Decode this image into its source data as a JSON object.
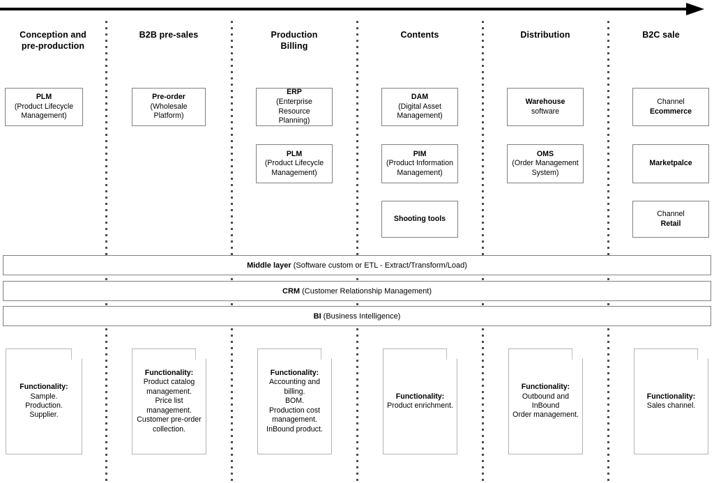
{
  "diagram": {
    "flow_arrow": "process-flow-arrow-left-to-right",
    "columns": [
      {
        "id": "conception",
        "title_line1": "Conception and",
        "title_line2": "pre-production"
      },
      {
        "id": "b2b-presales",
        "title_line1": "B2B pre-sales",
        "title_line2": ""
      },
      {
        "id": "production-billing",
        "title_line1": "Production",
        "title_line2": "Billing"
      },
      {
        "id": "contents",
        "title_line1": "Contents",
        "title_line2": ""
      },
      {
        "id": "distribution",
        "title_line1": "Distribution",
        "title_line2": ""
      },
      {
        "id": "b2c-sale",
        "title_line1": "B2C sale",
        "title_line2": ""
      }
    ],
    "systems": [
      {
        "id": "plm-conception",
        "column": "conception",
        "bold": "PLM",
        "lines": [
          "(Product Lifecycle",
          "Management)"
        ]
      },
      {
        "id": "pre-order",
        "column": "b2b-presales",
        "bold": "Pre-order",
        "lines": [
          "(Wholesale",
          "Platform)"
        ]
      },
      {
        "id": "erp",
        "column": "production-billing",
        "bold": "ERP",
        "lines": [
          "(Enterprise Resource",
          "Planning)"
        ]
      },
      {
        "id": "plm-production",
        "column": "production-billing",
        "bold": "PLM",
        "lines": [
          "(Product Lifecycle",
          "Management)"
        ]
      },
      {
        "id": "dam",
        "column": "contents",
        "bold": "DAM",
        "lines": [
          "(Digital Asset",
          "Management)"
        ]
      },
      {
        "id": "pim",
        "column": "contents",
        "bold": "PIM",
        "lines": [
          "(Product Information",
          "Management)"
        ]
      },
      {
        "id": "shooting-tools",
        "column": "contents",
        "bold": "Shooting tools",
        "lines": []
      },
      {
        "id": "warehouse",
        "column": "distribution",
        "bold": "Warehouse",
        "lines": [
          "software"
        ]
      },
      {
        "id": "oms",
        "column": "distribution",
        "bold": "OMS",
        "lines": [
          "(Order Management",
          "System)"
        ]
      },
      {
        "id": "channel-ecommerce",
        "column": "b2c-sale",
        "top_normal": "Channel",
        "bold": "Ecommerce",
        "lines": []
      },
      {
        "id": "marketplace",
        "column": "b2c-sale",
        "bold": "Marketpalce",
        "lines": []
      },
      {
        "id": "channel-retail",
        "column": "b2c-sale",
        "top_normal": "Channel",
        "bold": "Retail",
        "lines": []
      }
    ],
    "layers": [
      {
        "id": "middle-layer",
        "bold": "Middle layer",
        "rest": " (Software custom or ETL -  Extract/Transform/Load)"
      },
      {
        "id": "crm",
        "bold": "CRM",
        "rest": " (Customer Relationship Management)"
      },
      {
        "id": "bi",
        "bold": "BI",
        "rest": " (Business Intelligence)"
      }
    ],
    "notes": [
      {
        "id": "note-conception",
        "column": "conception",
        "heading": "Functionality:",
        "lines": [
          "Sample.",
          "Production.",
          "Supplier."
        ]
      },
      {
        "id": "note-b2b",
        "column": "b2b-presales",
        "heading": "Functionality:",
        "lines": [
          "Product catalog",
          "management.",
          "Price list",
          "management.",
          "Customer pre-order",
          "collection."
        ]
      },
      {
        "id": "note-production",
        "column": "production-billing",
        "heading": "Functionality:",
        "lines": [
          "Accounting and",
          "billing.",
          "BOM.",
          "Production cost",
          "management.",
          "InBound product."
        ]
      },
      {
        "id": "note-contents",
        "column": "contents",
        "heading": "Functionality:",
        "lines": [
          "Product enrichment."
        ]
      },
      {
        "id": "note-distribution",
        "column": "distribution",
        "heading": "Functionality:",
        "lines": [
          "Outbound and",
          "InBound",
          "Order management."
        ]
      },
      {
        "id": "note-b2c",
        "column": "b2c-sale",
        "heading": "Functionality:",
        "lines": [
          "Sales channel."
        ]
      }
    ],
    "colors": {
      "background": "#ffffff",
      "text": "#000000",
      "box_border": "#808080",
      "note_border": "#b3b3b3",
      "divider": "#4d4d4d",
      "arrow": "#000000"
    }
  }
}
